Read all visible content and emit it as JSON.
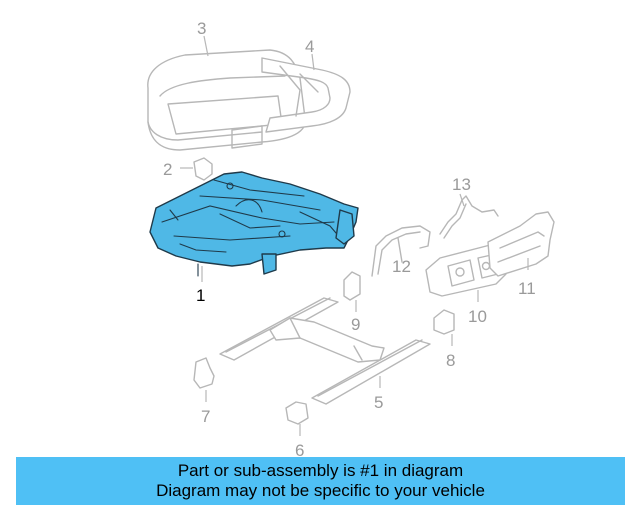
{
  "diagram": {
    "highlight_color": "#4fb8e6",
    "ghost_color": "#b7b7b7",
    "callouts": [
      {
        "id": "1",
        "label": "1",
        "highlighted": true
      },
      {
        "id": "2",
        "label": "2"
      },
      {
        "id": "3",
        "label": "3"
      },
      {
        "id": "4",
        "label": "4"
      },
      {
        "id": "5",
        "label": "5"
      },
      {
        "id": "6",
        "label": "6"
      },
      {
        "id": "7",
        "label": "7"
      },
      {
        "id": "8",
        "label": "8"
      },
      {
        "id": "9",
        "label": "9"
      },
      {
        "id": "10",
        "label": "10"
      },
      {
        "id": "11",
        "label": "11"
      },
      {
        "id": "12",
        "label": "12"
      },
      {
        "id": "13",
        "label": "13"
      }
    ]
  },
  "banner": {
    "line1": "Part or sub-assembly is #1 in diagram",
    "line2": "Diagram may not be specific to your vehicle",
    "background": "#4fc0f5"
  }
}
